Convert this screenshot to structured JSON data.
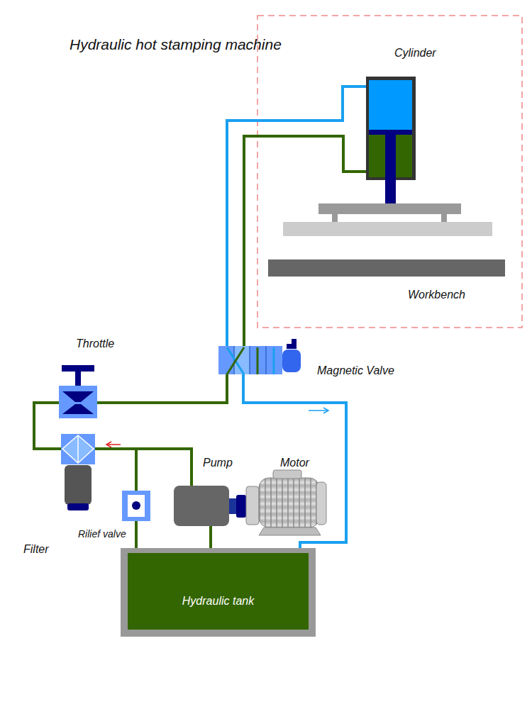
{
  "diagram": {
    "title": "Hydraulic hot stamping machine",
    "nodes": [
      {
        "text": [
          "Hydraulic tank"
        ]
      }
    ],
    "edges": [],
    "labels": [
      "Cylinder",
      "Workbench",
      "Throttle",
      "Magnetic Valve",
      "Pump",
      "Motor",
      "Rilief valve",
      "Filter"
    ]
  }
}
